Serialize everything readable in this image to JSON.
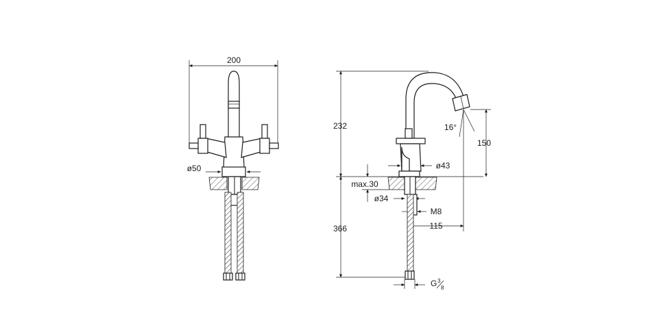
{
  "front_view": {
    "width_label": "200",
    "base_diameter_label": "ø50"
  },
  "side_view": {
    "height_label": "232",
    "spout_height_label": "150",
    "angle_label": "16°",
    "body_diameter_label": "ø43",
    "max_thickness_label": "max.30",
    "hole_diameter_label": "ø34",
    "thread_label": "M8",
    "spout_reach_label": "115",
    "hose_length_label": "366",
    "connection_label": "G",
    "connection_fraction_num": "3",
    "connection_fraction_den": "8"
  }
}
